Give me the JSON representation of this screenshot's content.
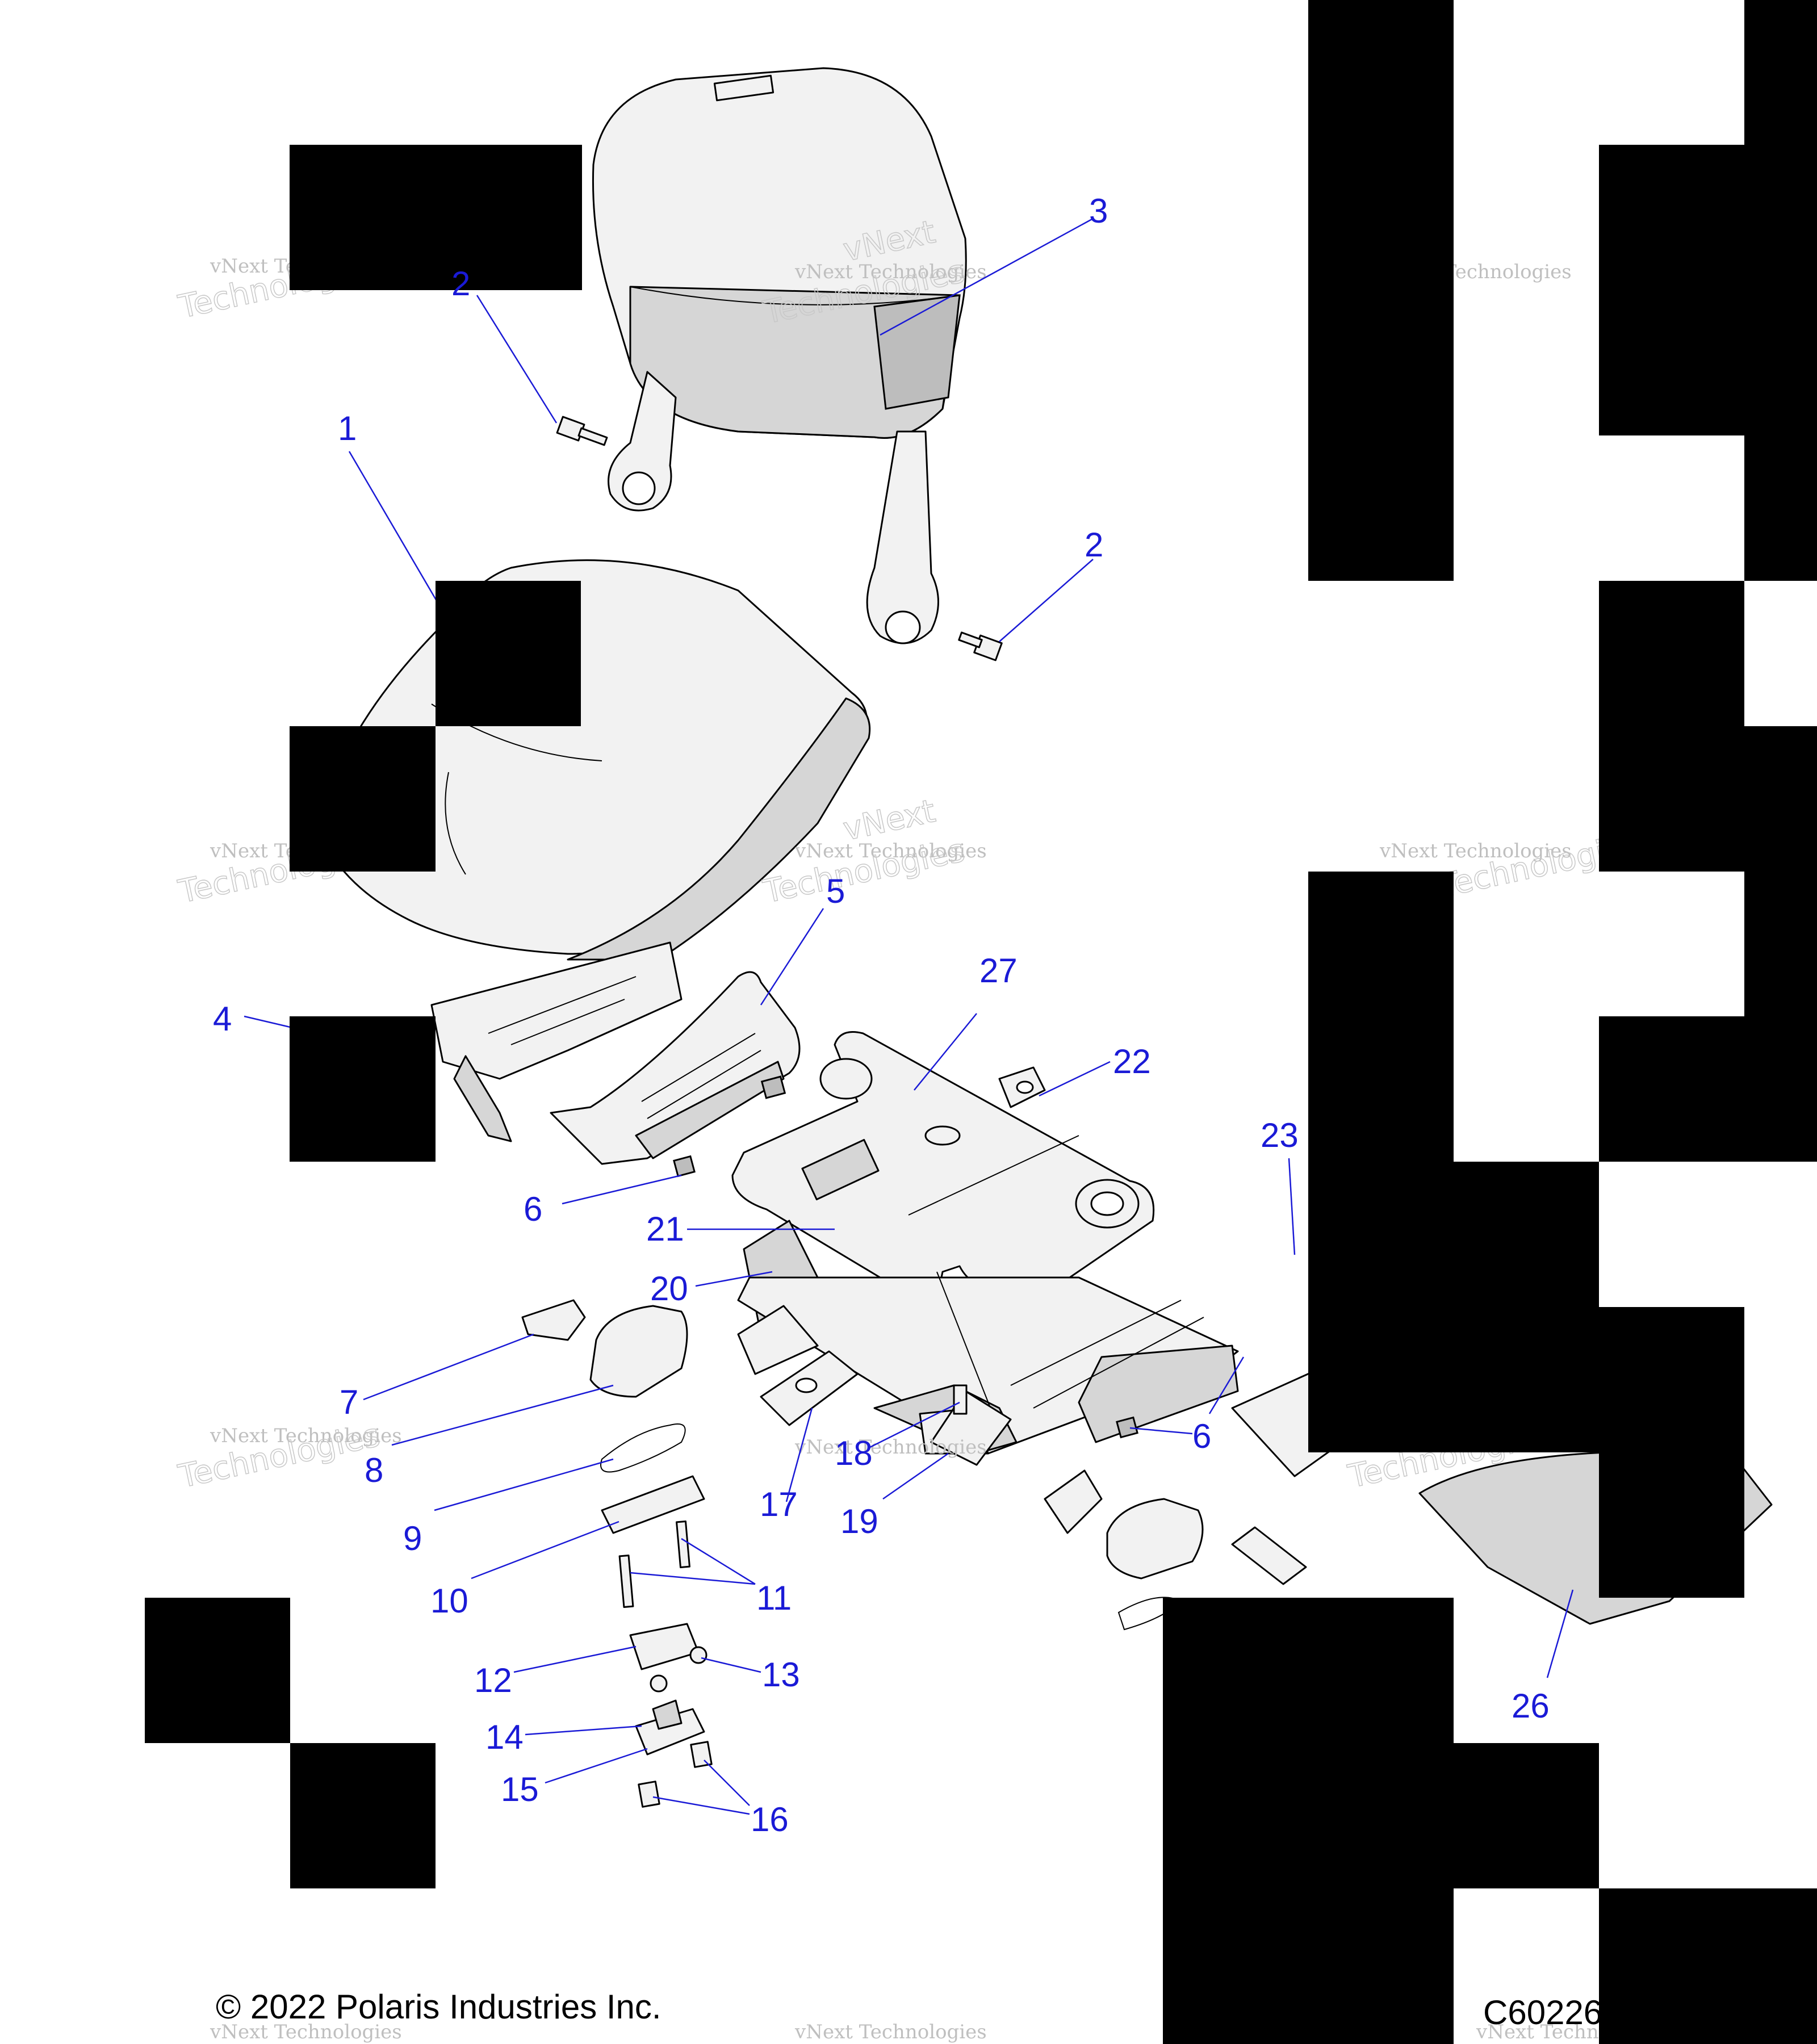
{
  "copyright": "© 2022 Polaris Industries Inc.",
  "figure_id": "C60226",
  "watermark": {
    "line1": "vNext Technologies",
    "line2": "Technologies",
    "line3": "vNext"
  },
  "callouts": [
    {
      "id": "c1",
      "label": "1"
    },
    {
      "id": "c2a",
      "label": "2"
    },
    {
      "id": "c2b",
      "label": "2"
    },
    {
      "id": "c3",
      "label": "3"
    },
    {
      "id": "c4",
      "label": "4"
    },
    {
      "id": "c5",
      "label": "5"
    },
    {
      "id": "c6a",
      "label": "6"
    },
    {
      "id": "c6b",
      "label": "6"
    },
    {
      "id": "c7",
      "label": "7"
    },
    {
      "id": "c8",
      "label": "8"
    },
    {
      "id": "c9",
      "label": "9"
    },
    {
      "id": "c10",
      "label": "10"
    },
    {
      "id": "c11",
      "label": "11"
    },
    {
      "id": "c12",
      "label": "12"
    },
    {
      "id": "c13",
      "label": "13"
    },
    {
      "id": "c14",
      "label": "14"
    },
    {
      "id": "c15",
      "label": "15"
    },
    {
      "id": "c16",
      "label": "16"
    },
    {
      "id": "c17",
      "label": "17"
    },
    {
      "id": "c18",
      "label": "18"
    },
    {
      "id": "c19",
      "label": "19"
    },
    {
      "id": "c20",
      "label": "20"
    },
    {
      "id": "c21",
      "label": "21"
    },
    {
      "id": "c22",
      "label": "22"
    },
    {
      "id": "c23",
      "label": "23"
    },
    {
      "id": "c26",
      "label": "26"
    },
    {
      "id": "c27",
      "label": "27"
    }
  ]
}
